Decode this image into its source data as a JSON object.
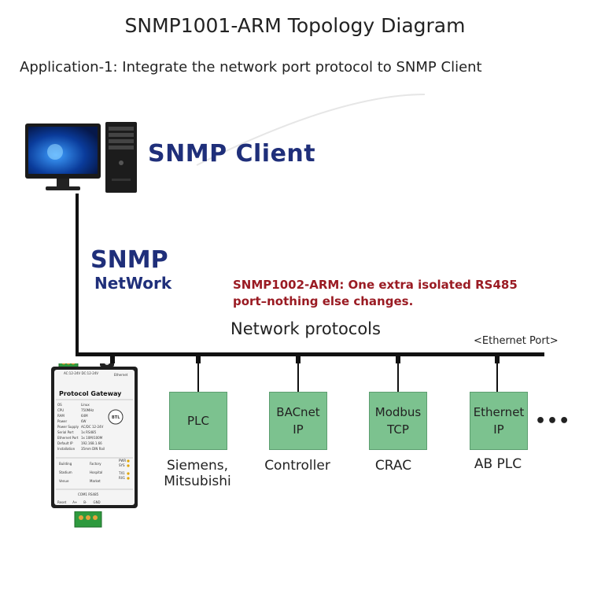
{
  "title": "SNMP1001-ARM Topology Diagram",
  "subtitle": "Application-1: Integrate the network port protocol to SNMP Client",
  "client": {
    "label": "SNMP Client"
  },
  "network": {
    "line1": "SNMP",
    "line2": "NetWork"
  },
  "note": {
    "line1": "SNMP1002-ARM: One extra isolated RS485",
    "line2": "port–nothing else changes."
  },
  "bus": {
    "label": "Network protocols",
    "ethernet_port": "<Ethernet Port>"
  },
  "devices": [
    {
      "box": [
        "PLC"
      ],
      "label": [
        "Siemens,",
        "Mitsubishi"
      ]
    },
    {
      "box": [
        "BACnet",
        "IP"
      ],
      "label": [
        "Controller"
      ]
    },
    {
      "box": [
        "Modbus",
        "TCP"
      ],
      "label": [
        "CRAC"
      ]
    },
    {
      "box": [
        "Ethernet",
        "IP"
      ],
      "label": [
        "AB PLC"
      ]
    }
  ],
  "ellipsis": "•••",
  "gateway": {
    "name": "Protocol Gateway",
    "ethernet": "Ethernet",
    "power": "AC:12-24V DC:12-24V",
    "specs": [
      [
        "OS",
        "Linux"
      ],
      [
        "CPU",
        "750MHz"
      ],
      [
        "RAM",
        "64M"
      ],
      [
        "Power",
        "6W"
      ],
      [
        "Power Supply",
        "AC/DC 12-24V"
      ],
      [
        "Serial Port",
        "1x RS485"
      ],
      [
        "Ethernet Port",
        "1x 10M/100M"
      ],
      [
        "Default IP",
        "192.168.1.66"
      ],
      [
        "Installation",
        "35mm DIN Rail"
      ]
    ],
    "icons": [
      "Building",
      "Factory",
      "Stadium",
      "Hospital",
      "Venue",
      "Market"
    ],
    "leds": [
      "PWR",
      "SYS",
      "TX1",
      "RX1"
    ],
    "com": "COM1 RS485",
    "terminals": [
      "Reset",
      "A+",
      "B-",
      "GND"
    ],
    "badge": "BTL"
  },
  "colors": {
    "title_blue": "#1f2f7a",
    "note_red": "#9a1b23",
    "box_green": "#7cc28f"
  }
}
